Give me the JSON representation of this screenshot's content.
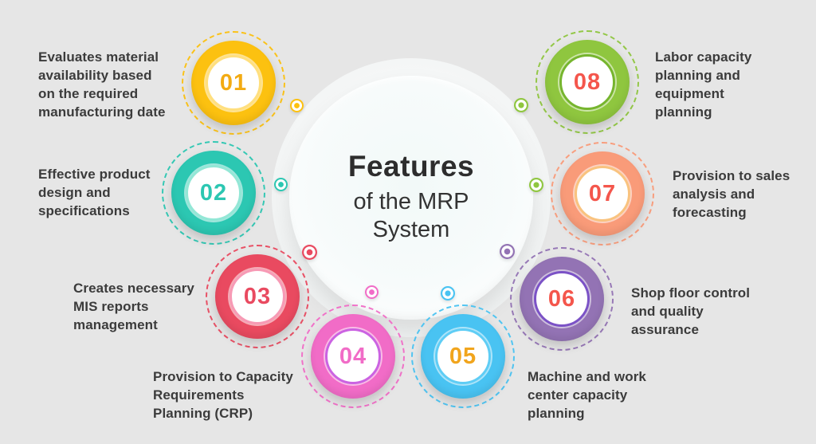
{
  "background_color": "#e6e6e6",
  "center": {
    "title": "Features",
    "subtitle_line1": "of the MRP",
    "subtitle_line2": "System"
  },
  "features": [
    {
      "number": "01",
      "label": "Evaluates material\navailability based\non the required\nmanufacturing date",
      "color": "#fcc110",
      "inner_ring_color": "#ffdf7e",
      "number_color": "#f3ab13"
    },
    {
      "number": "02",
      "label": "Effective product\ndesign and\nspecifications",
      "color": "#2cc7b2",
      "inner_ring_color": "#93e7d6",
      "number_color": "#2cc7b2"
    },
    {
      "number": "03",
      "label": "Creates necessary\nMIS reports\nmanagement",
      "color": "#e94a60",
      "inner_ring_color": "#f79ab5",
      "number_color": "#e94a60"
    },
    {
      "number": "04",
      "label": "Provision to Capacity\nRequirements\nPlanning (CRP)",
      "color": "#f16cc7",
      "inner_ring_color": "#cb63e2",
      "number_color": "#f16cc7"
    },
    {
      "number": "05",
      "label": "Machine and work\ncenter capacity\nplanning",
      "color": "#49c3f2",
      "inner_ring_color": "#5fcdf5",
      "number_color": "#f1a51d"
    },
    {
      "number": "06",
      "label": "Shop floor control\nand quality\nassurance",
      "color": "#9373b4",
      "inner_ring_color": "#7b52c6",
      "number_color": "#f4564c"
    },
    {
      "number": "07",
      "label": "Provision to sales\nanalysis and\nforecasting",
      "color": "#f99b79",
      "inner_ring_color": "#f9c37f",
      "number_color": "#f4564c"
    },
    {
      "number": "08",
      "label": "Labor capacity\nplanning and\nequipment\nplanning",
      "color": "#8fc63f",
      "inner_ring_color": "#76b52e",
      "number_color": "#f4564c"
    }
  ],
  "decor_dots": [
    {
      "name": "dot-yellow",
      "color": "#fcc110"
    },
    {
      "name": "dot-teal",
      "color": "#2cc7b2"
    },
    {
      "name": "dot-red",
      "color": "#e94a60"
    },
    {
      "name": "dot-pink",
      "color": "#f16cc7"
    },
    {
      "name": "dot-blue",
      "color": "#49c3f2"
    },
    {
      "name": "dot-purple",
      "color": "#9373b4"
    },
    {
      "name": "dot-green-lower",
      "color": "#8fc63f"
    },
    {
      "name": "dot-green-upper",
      "color": "#8fc63f"
    }
  ]
}
